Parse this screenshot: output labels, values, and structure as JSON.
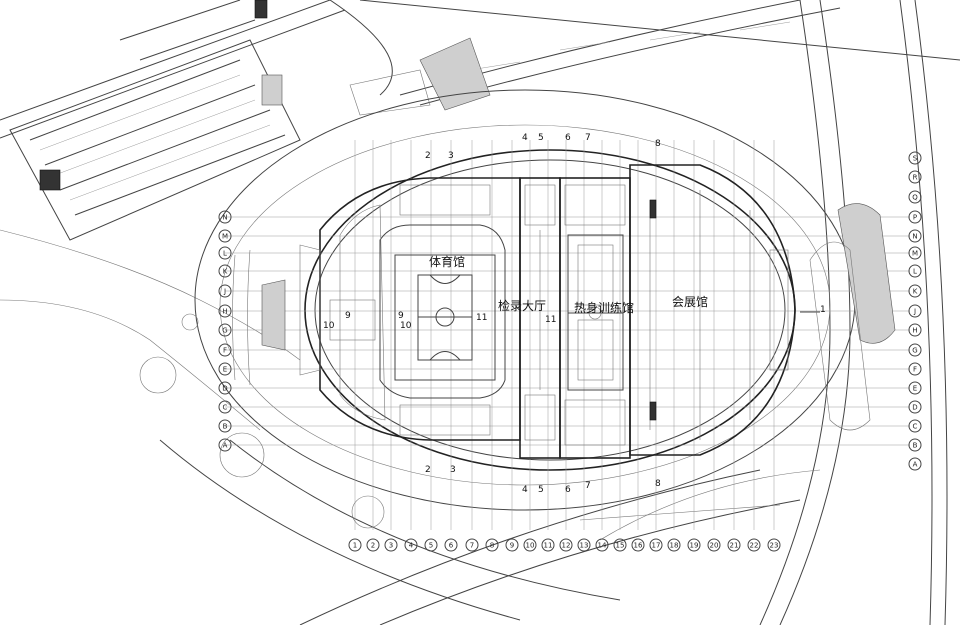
{
  "rooms": {
    "gymnasium": "体育馆",
    "check_hall": "检录大厅",
    "warmup_hall": "热身训练馆",
    "exhibition_hall": "会展馆"
  },
  "axes": {
    "columns": [
      "1",
      "2",
      "3",
      "4",
      "5",
      "6",
      "7",
      "8",
      "9",
      "10",
      "11",
      "12",
      "13",
      "14",
      "15",
      "16",
      "17",
      "18",
      "19",
      "20",
      "21",
      "22",
      "23"
    ],
    "rows": [
      "A",
      "B",
      "C",
      "D",
      "E",
      "F",
      "G",
      "H",
      "J",
      "K",
      "L",
      "M",
      "N",
      "P",
      "Q",
      "R",
      "S"
    ]
  },
  "sections": {
    "s1": "1",
    "s2": "2",
    "s3": "3",
    "s4": "4",
    "s5": "5",
    "s6": "6",
    "s7": "7",
    "s8": "8",
    "s9": "9",
    "s10": "10",
    "s11": "11"
  }
}
